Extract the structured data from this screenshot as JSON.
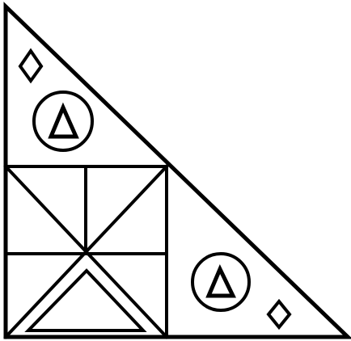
{
  "figure": {
    "stroke_color": "#000000",
    "background_color": "#ffffff",
    "shapes": [
      "outer-right-triangle",
      "square-grid",
      "triangle-in-circle",
      "diamond",
      "nested-triangle"
    ]
  }
}
